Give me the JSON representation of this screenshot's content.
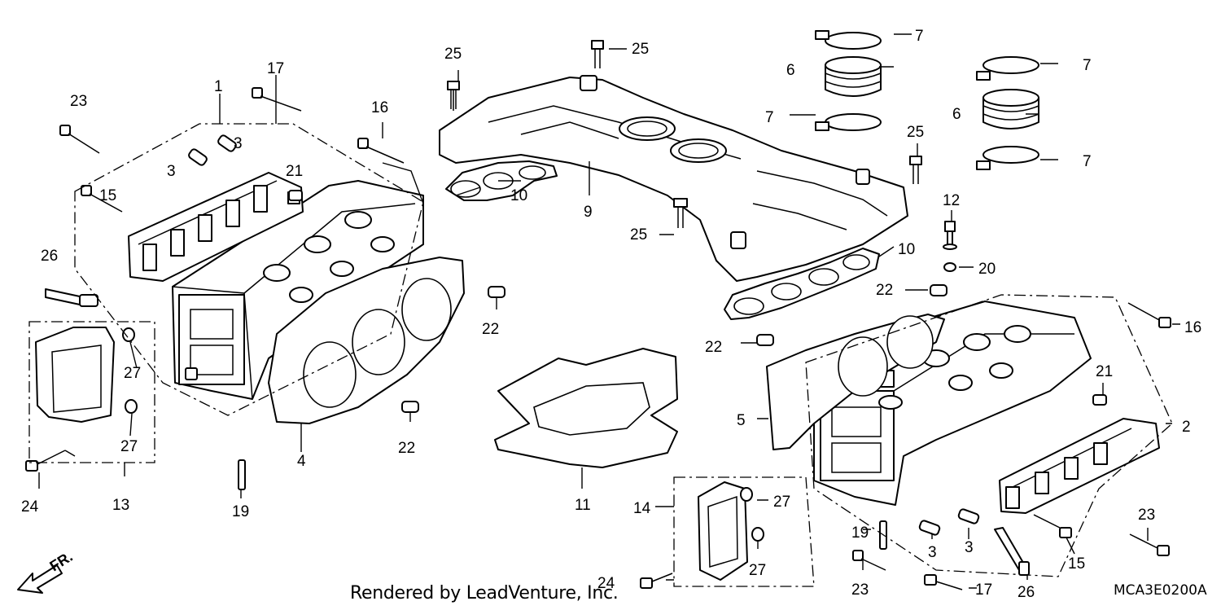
{
  "footer": {
    "credit": "Rendered by LeadVenture, Inc.",
    "diagram_code": "MCA3E0200A"
  },
  "direction_marker": "FR.",
  "callouts": {
    "c1": "1",
    "c2": "2",
    "c3a": "3",
    "c3b": "3",
    "c3c": "3",
    "c3d": "3",
    "c4": "4",
    "c5": "5",
    "c6a": "6",
    "c6b": "6",
    "c7a": "7",
    "c7b": "7",
    "c7c": "7",
    "c7d": "7",
    "c9": "9",
    "c10a": "10",
    "c10b": "10",
    "c11": "11",
    "c12": "12",
    "c13": "13",
    "c14": "14",
    "c15a": "15",
    "c15b": "15",
    "c16a": "16",
    "c16b": "16",
    "c17a": "17",
    "c17b": "17",
    "c19a": "19",
    "c19b": "19",
    "c20": "20",
    "c21a": "21",
    "c21b": "21",
    "c22a": "22",
    "c22b": "22",
    "c22c": "22",
    "c22d": "22",
    "c23a": "23",
    "c23b": "23",
    "c23c": "23",
    "c24a": "24",
    "c24b": "24",
    "c25a": "25",
    "c25b": "25",
    "c25c": "25",
    "c25d": "25",
    "c26a": "26",
    "c26b": "26",
    "c27a": "27",
    "c27b": "27",
    "c27c": "27",
    "c27d": "27"
  }
}
